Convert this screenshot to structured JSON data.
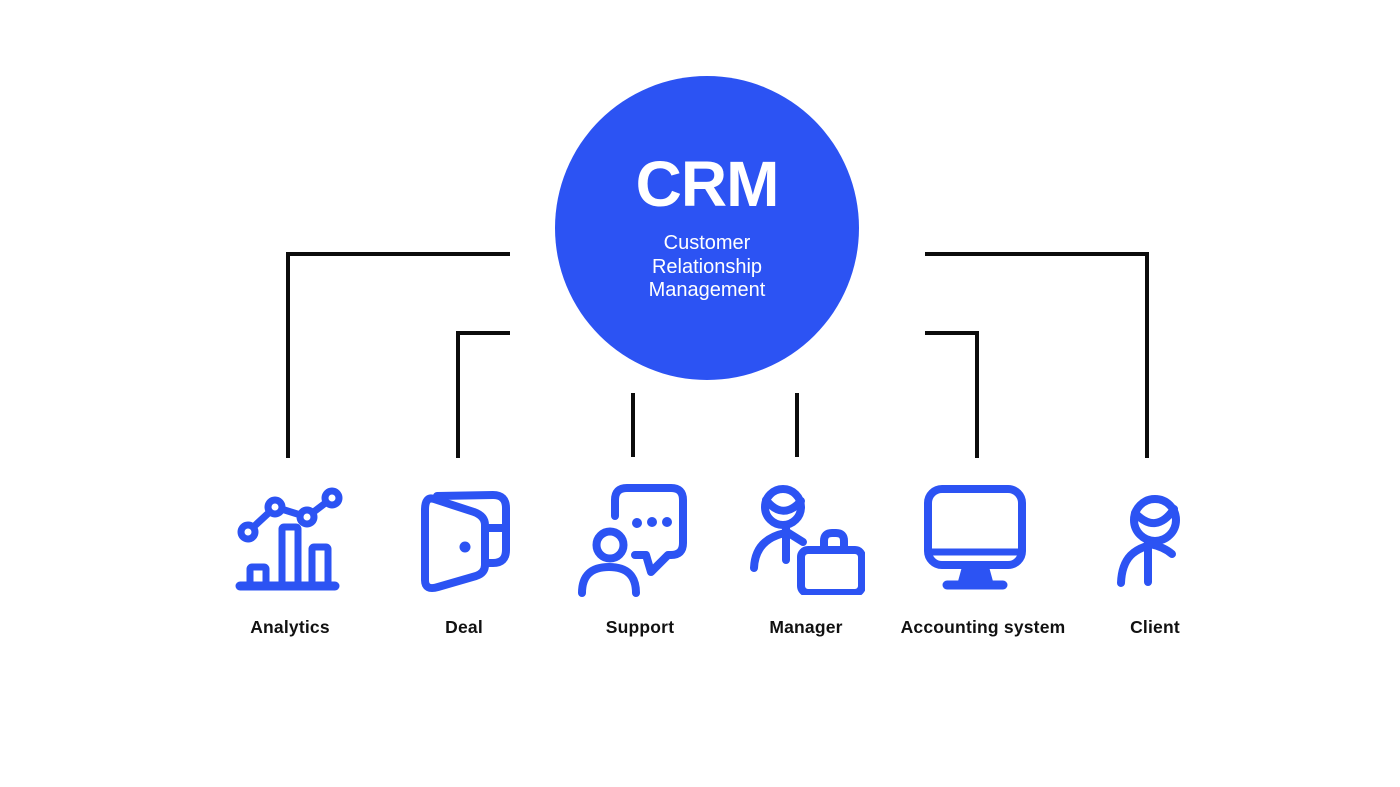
{
  "hub": {
    "acronym": "CRM",
    "subtitle_lines": [
      "Customer",
      "Relationship",
      "Management"
    ]
  },
  "items": [
    {
      "label": "Analytics",
      "icon": "bar-chart-trend-icon"
    },
    {
      "label": "Deal",
      "icon": "wallet-icon"
    },
    {
      "label": "Support",
      "icon": "person-chat-bubble-icon"
    },
    {
      "label": "Manager",
      "icon": "person-briefcase-icon"
    },
    {
      "label": "Accounting system",
      "icon": "desktop-monitor-icon"
    },
    {
      "label": "Client",
      "icon": "person-icon"
    }
  ],
  "colors": {
    "accent_blue": "#2C53F3",
    "line_black": "#0c0c0c",
    "label_black": "#111111",
    "background": "#ffffff",
    "hub_text": "#ffffff"
  }
}
